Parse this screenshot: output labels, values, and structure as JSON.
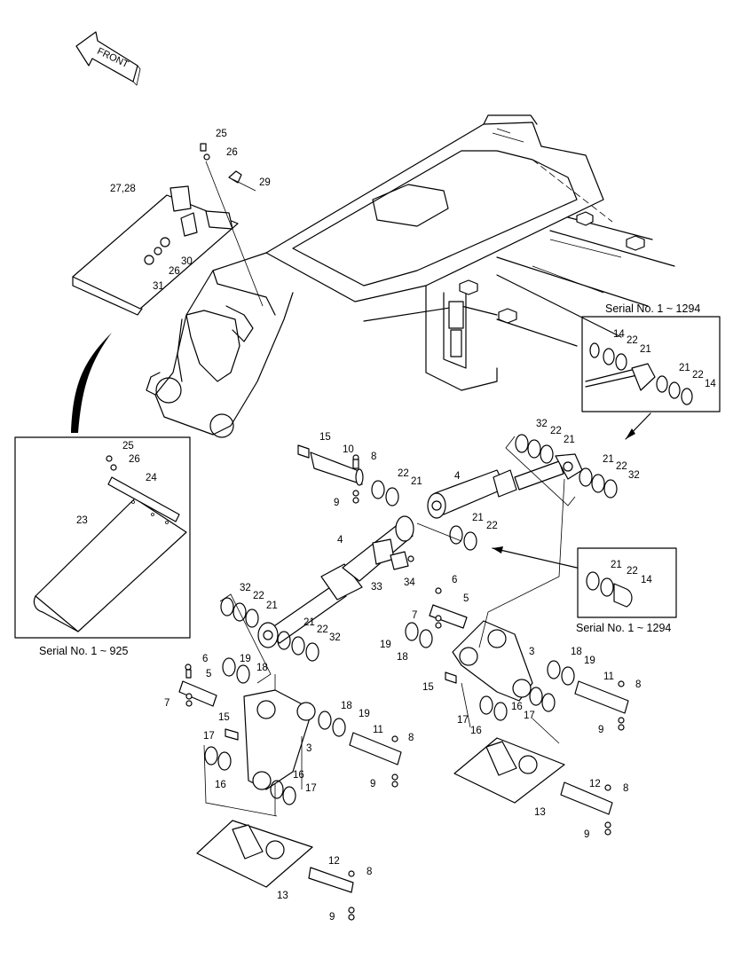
{
  "front_label": "FRONT",
  "serial_notes": {
    "top_right": "Serial No. 1 ~ 1294",
    "mid_right": "Serial No. 1 ~ 1294",
    "left": "Serial No. 1 ~ 925"
  },
  "callouts": [
    {
      "id": "c1",
      "text": "25"
    },
    {
      "id": "c2",
      "text": "26"
    },
    {
      "id": "c3",
      "text": "29"
    },
    {
      "id": "c4",
      "text": "27,28"
    },
    {
      "id": "c5",
      "text": "30"
    },
    {
      "id": "c6",
      "text": "26"
    },
    {
      "id": "c7",
      "text": "31"
    },
    {
      "id": "c8",
      "text": "14"
    },
    {
      "id": "c9",
      "text": "22"
    },
    {
      "id": "c10",
      "text": "21"
    },
    {
      "id": "c11",
      "text": "21"
    },
    {
      "id": "c12",
      "text": "22"
    },
    {
      "id": "c13",
      "text": "14"
    },
    {
      "id": "c14",
      "text": "15"
    },
    {
      "id": "c15",
      "text": "10"
    },
    {
      "id": "c16",
      "text": "8"
    },
    {
      "id": "c17",
      "text": "22"
    },
    {
      "id": "c18",
      "text": "21"
    },
    {
      "id": "c19",
      "text": "9"
    },
    {
      "id": "c20",
      "text": "4"
    },
    {
      "id": "c21",
      "text": "32"
    },
    {
      "id": "c22",
      "text": "22"
    },
    {
      "id": "c23",
      "text": "21"
    },
    {
      "id": "c24",
      "text": "21"
    },
    {
      "id": "c25",
      "text": "22"
    },
    {
      "id": "c26",
      "text": "32"
    },
    {
      "id": "c27",
      "text": "21"
    },
    {
      "id": "c28",
      "text": "22"
    },
    {
      "id": "c29",
      "text": "25"
    },
    {
      "id": "c30",
      "text": "26"
    },
    {
      "id": "c31",
      "text": "24"
    },
    {
      "id": "c32",
      "text": "23"
    },
    {
      "id": "c33",
      "text": "4"
    },
    {
      "id": "c34",
      "text": "33"
    },
    {
      "id": "c35",
      "text": "34"
    },
    {
      "id": "c36",
      "text": "32"
    },
    {
      "id": "c37",
      "text": "22"
    },
    {
      "id": "c38",
      "text": "21"
    },
    {
      "id": "c39",
      "text": "21"
    },
    {
      "id": "c40",
      "text": "22"
    },
    {
      "id": "c41",
      "text": "32"
    },
    {
      "id": "c42",
      "text": "21"
    },
    {
      "id": "c43",
      "text": "22"
    },
    {
      "id": "c44",
      "text": "14"
    },
    {
      "id": "c45",
      "text": "6"
    },
    {
      "id": "c46",
      "text": "5"
    },
    {
      "id": "c47",
      "text": "7"
    },
    {
      "id": "c48",
      "text": "19"
    },
    {
      "id": "c49",
      "text": "18"
    },
    {
      "id": "c50",
      "text": "3"
    },
    {
      "id": "c51",
      "text": "18"
    },
    {
      "id": "c52",
      "text": "19"
    },
    {
      "id": "c53",
      "text": "11"
    },
    {
      "id": "c54",
      "text": "8"
    },
    {
      "id": "c55",
      "text": "15"
    },
    {
      "id": "c56",
      "text": "16"
    },
    {
      "id": "c57",
      "text": "17"
    },
    {
      "id": "c58",
      "text": "17"
    },
    {
      "id": "c59",
      "text": "16"
    },
    {
      "id": "c60",
      "text": "9"
    },
    {
      "id": "c61",
      "text": "6"
    },
    {
      "id": "c62",
      "text": "19"
    },
    {
      "id": "c63",
      "text": "18"
    },
    {
      "id": "c64",
      "text": "5"
    },
    {
      "id": "c65",
      "text": "7"
    },
    {
      "id": "c66",
      "text": "15"
    },
    {
      "id": "c67",
      "text": "3"
    },
    {
      "id": "c68",
      "text": "18"
    },
    {
      "id": "c69",
      "text": "19"
    },
    {
      "id": "c70",
      "text": "11"
    },
    {
      "id": "c71",
      "text": "8"
    },
    {
      "id": "c72",
      "text": "17"
    },
    {
      "id": "c73",
      "text": "9"
    },
    {
      "id": "c74",
      "text": "16"
    },
    {
      "id": "c75",
      "text": "16"
    },
    {
      "id": "c76",
      "text": "17"
    },
    {
      "id": "c77",
      "text": "12"
    },
    {
      "id": "c78",
      "text": "8"
    },
    {
      "id": "c79",
      "text": "13"
    },
    {
      "id": "c80",
      "text": "9"
    },
    {
      "id": "c81",
      "text": "12"
    },
    {
      "id": "c82",
      "text": "8"
    },
    {
      "id": "c83",
      "text": "13"
    },
    {
      "id": "c84",
      "text": "9"
    }
  ]
}
